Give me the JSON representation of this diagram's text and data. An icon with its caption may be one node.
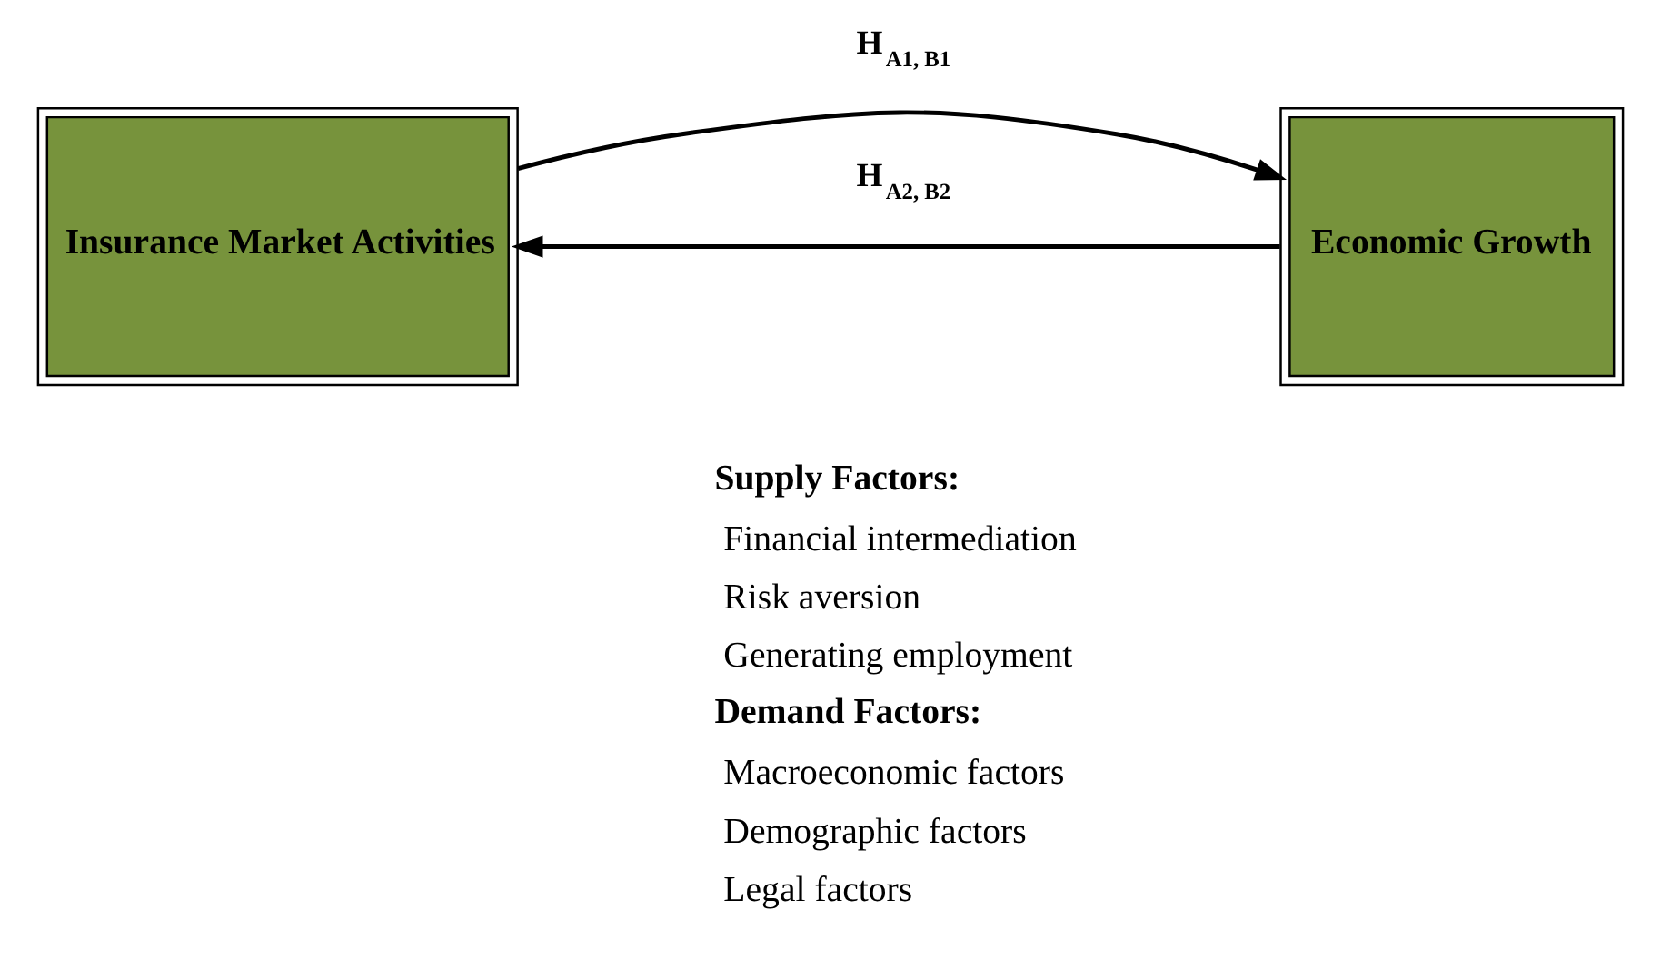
{
  "diagram": {
    "nodes": [
      {
        "text": [
          "Insurance Market Activities"
        ]
      },
      {
        "text": [
          "Economic Growth"
        ]
      }
    ],
    "edges": [
      {
        "from": 0,
        "to": 1,
        "arrow": "to",
        "label": "H$_{A1, B1}$"
      },
      {
        "from": 1,
        "to": 0,
        "arrow": "to",
        "label": "H$_{A2, B2}$"
      }
    ],
    "labels": [
      "Supply Factors:",
      "Financial intermediation",
      "Risk aversion",
      "Generating employment",
      "Demand Factors:",
      "Macroeconomic factors",
      "Demographic factors",
      "Legal factors"
    ]
  }
}
